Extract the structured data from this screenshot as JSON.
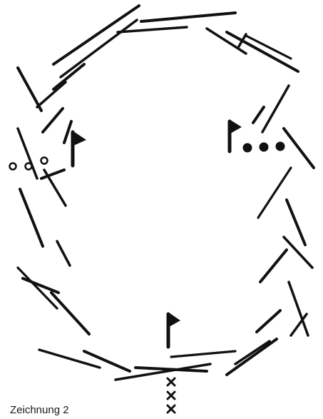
{
  "caption": "Zeichnung 2",
  "colors": {
    "ink": "#111111",
    "paper": "#ffffff"
  },
  "diagram": {
    "elements": [
      {
        "name": "oval-track",
        "kind": "stroke-ring",
        "stroke_count": 38
      },
      {
        "name": "flag-left",
        "kind": "flag",
        "marker": "circle-outline",
        "marker_count": 3
      },
      {
        "name": "flag-right",
        "kind": "flag",
        "marker": "filled-dot",
        "marker_count": 3
      },
      {
        "name": "flag-bottom",
        "kind": "flag",
        "marker": "cross",
        "marker_count": 3
      }
    ]
  }
}
